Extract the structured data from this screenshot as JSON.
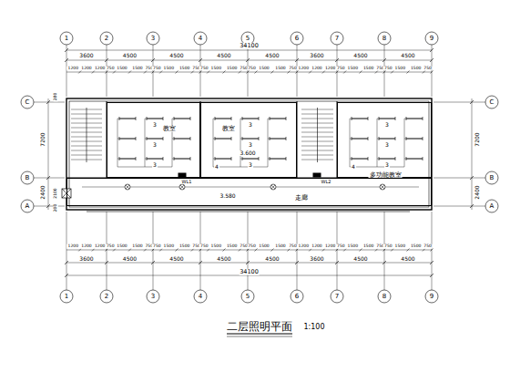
{
  "diagram": {
    "title": "二层照明平面",
    "nodes": [
      {
        "text": [
          "教室"
        ]
      },
      {
        "text": [
          "教室"
        ]
      },
      {
        "text": [
          "多功能教室"
        ]
      },
      {
        "text": [
          "走廊"
        ]
      }
    ],
    "labels": [
      "1",
      "2",
      "3",
      "4",
      "5",
      "6",
      "7",
      "8",
      "9",
      "1",
      "2",
      "3",
      "4",
      "5",
      "6",
      "7",
      "8",
      "9",
      "3600",
      "4500",
      "4500",
      "4500",
      "4500",
      "3600",
      "4500",
      "4500",
      "3600",
      "4500",
      "4500",
      "4500",
      "4500",
      "3600",
      "4500",
      "4500",
      "34100",
      "34100",
      "1200",
      "1200",
      "1200",
      "750",
      "1500",
      "1500",
      "750",
      "750",
      "1500",
      "1500",
      "750",
      "750",
      "1500",
      "1500",
      "750",
      "750",
      "1500",
      "1500",
      "750",
      "1200",
      "1200",
      "1200",
      "750",
      "1500",
      "1500",
      "750",
      "750",
      "1500",
      "1500",
      "750",
      "1200",
      "1200",
      "1200",
      "750",
      "1500",
      "1500",
      "750",
      "750",
      "1500",
      "1500",
      "750",
      "750",
      "1500",
      "1500",
      "750",
      "750",
      "1500",
      "1500",
      "750",
      "1200",
      "1200",
      "1200",
      "750",
      "1500",
      "1500",
      "750",
      "750",
      "1500",
      "1500",
      "750",
      "C",
      "B",
      "A",
      "C",
      "B",
      "A",
      "7200",
      "2400",
      "7200",
      "2400",
      "1:100",
      "3.600",
      "3.580",
      "3",
      "3",
      "3",
      "3",
      "3",
      "3",
      "3",
      "3",
      "3",
      "4",
      "4",
      "WL1",
      "WL2",
      "280",
      "2100",
      "200"
    ]
  }
}
